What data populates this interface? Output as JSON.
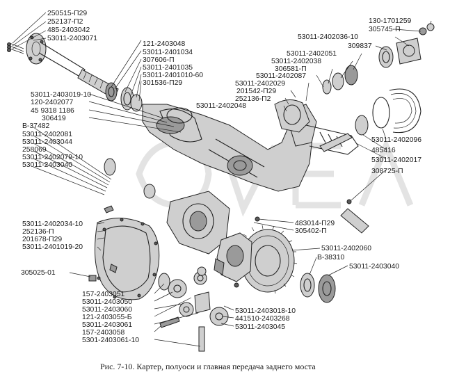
{
  "caption": "Рис. 7-10. Картер, полуоси и главная передача заднего моста",
  "labels": [
    "250515-П29",
    "252137-П2",
    "485-2403042",
    "53011-2403071",
    "121-2403048",
    "53011-2401034",
    "307606-П",
    "53011-2401035",
    "53011-2401010-60",
    "301536-П29",
    "130-1701259",
    "305745-П",
    "53011-2402036-10",
    "309837",
    "53011-2402051",
    "53011-2402038",
    "306581-П",
    "53011-2402087",
    "53011-2402029",
    "201542-П29",
    "252136-П2",
    "53011-2402048",
    "53011-2403019-10",
    "120-2402077",
    "45 9318 1186",
    "306419",
    "В-37482",
    "53011-2402081",
    "53011-2403044",
    "258069",
    "53011-2402079-10",
    "53011-2403040",
    "53011-2402096",
    "485416",
    "53011-2402017",
    "308725-П",
    "53011-2402034-10",
    "252136-П",
    "201678-П29",
    "53011-2401019-20",
    "483014-П29",
    "305402-П",
    "53011-2402060",
    "В-38310",
    "53011-2403040",
    "305025-01",
    "157-2403051",
    "53011-2403050",
    "53011-2403060",
    "121-2403055-Б",
    "53011-2403061",
    "157-2403058",
    "5301-2403061-10",
    "53011-2403018-10",
    "441510-2403268",
    "53011-2403045"
  ]
}
